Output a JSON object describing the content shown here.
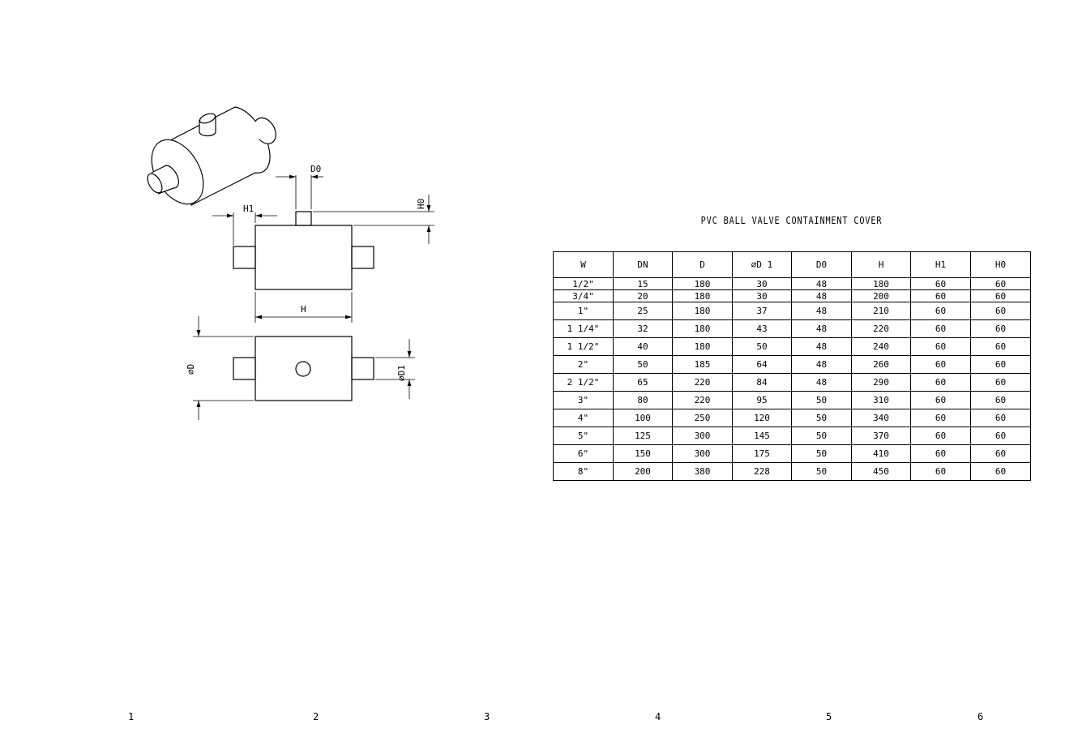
{
  "title": "PVC BALL VALVE CONTAINMENT COVER",
  "drawing": {
    "dim_labels": {
      "d0": "D0",
      "h1": "H1",
      "h0": "H0",
      "h": "H",
      "d": "∅D",
      "d1": "∅D1"
    }
  },
  "table": {
    "headers": [
      "W",
      "DN",
      "D",
      "∅D 1",
      "D0",
      "H",
      "H1",
      "H0"
    ],
    "rows": [
      [
        "1/2\"",
        "15",
        "180",
        "30",
        "48",
        "180",
        "60",
        "60"
      ],
      [
        "3/4\"",
        "20",
        "180",
        "30",
        "48",
        "200",
        "60",
        "60"
      ],
      [
        "1\"",
        "25",
        "180",
        "37",
        "48",
        "210",
        "60",
        "60"
      ],
      [
        "1 1/4\"",
        "32",
        "180",
        "43",
        "48",
        "220",
        "60",
        "60"
      ],
      [
        "1 1/2\"",
        "40",
        "180",
        "50",
        "48",
        "240",
        "60",
        "60"
      ],
      [
        "2\"",
        "50",
        "185",
        "64",
        "48",
        "260",
        "60",
        "60"
      ],
      [
        "2 1/2\"",
        "65",
        "220",
        "84",
        "48",
        "290",
        "60",
        "60"
      ],
      [
        "3\"",
        "80",
        "220",
        "95",
        "50",
        "310",
        "60",
        "60"
      ],
      [
        "4\"",
        "100",
        "250",
        "120",
        "50",
        "340",
        "60",
        "60"
      ],
      [
        "5\"",
        "125",
        "300",
        "145",
        "50",
        "370",
        "60",
        "60"
      ],
      [
        "6\"",
        "150",
        "300",
        "175",
        "50",
        "410",
        "60",
        "60"
      ],
      [
        "8\"",
        "200",
        "380",
        "228",
        "50",
        "450",
        "60",
        "60"
      ]
    ]
  },
  "frame_column_numbers": [
    "1",
    "2",
    "3",
    "4",
    "5",
    "6"
  ]
}
